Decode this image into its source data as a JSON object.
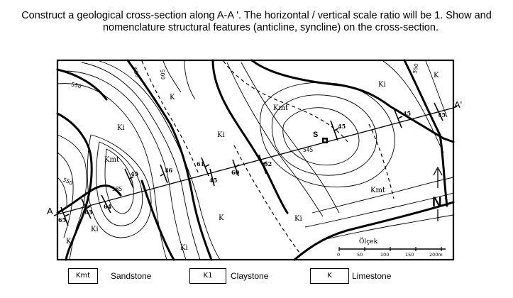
{
  "instructions": {
    "line1": "Construct a geological cross-section along A-A '. The horizontal / vertical scale ratio will be 1. Show and",
    "line2": "nomenclature structural features (anticline, syncline) on the cross-section."
  },
  "map": {
    "section_start": "A",
    "section_end": "A'",
    "north": "N",
    "point_label": "S",
    "units": [
      "Kmt",
      "Ki",
      "K"
    ],
    "contours": [
      "550",
      "550",
      "600",
      "500",
      "550",
      "585",
      "545"
    ],
    "dips": [
      "65",
      "63",
      "64",
      "45",
      "46",
      "61",
      "45",
      "60",
      "62",
      "45",
      "45",
      "45"
    ],
    "scale": {
      "title": "Ölçek",
      "ticks": [
        "0",
        "50",
        "100",
        "150",
        "200m"
      ]
    }
  },
  "legend": [
    {
      "code": "Kmt",
      "name": "Sandstone"
    },
    {
      "code": "K1",
      "name": "Claystone"
    },
    {
      "code": "K",
      "name": "Limestone"
    }
  ]
}
